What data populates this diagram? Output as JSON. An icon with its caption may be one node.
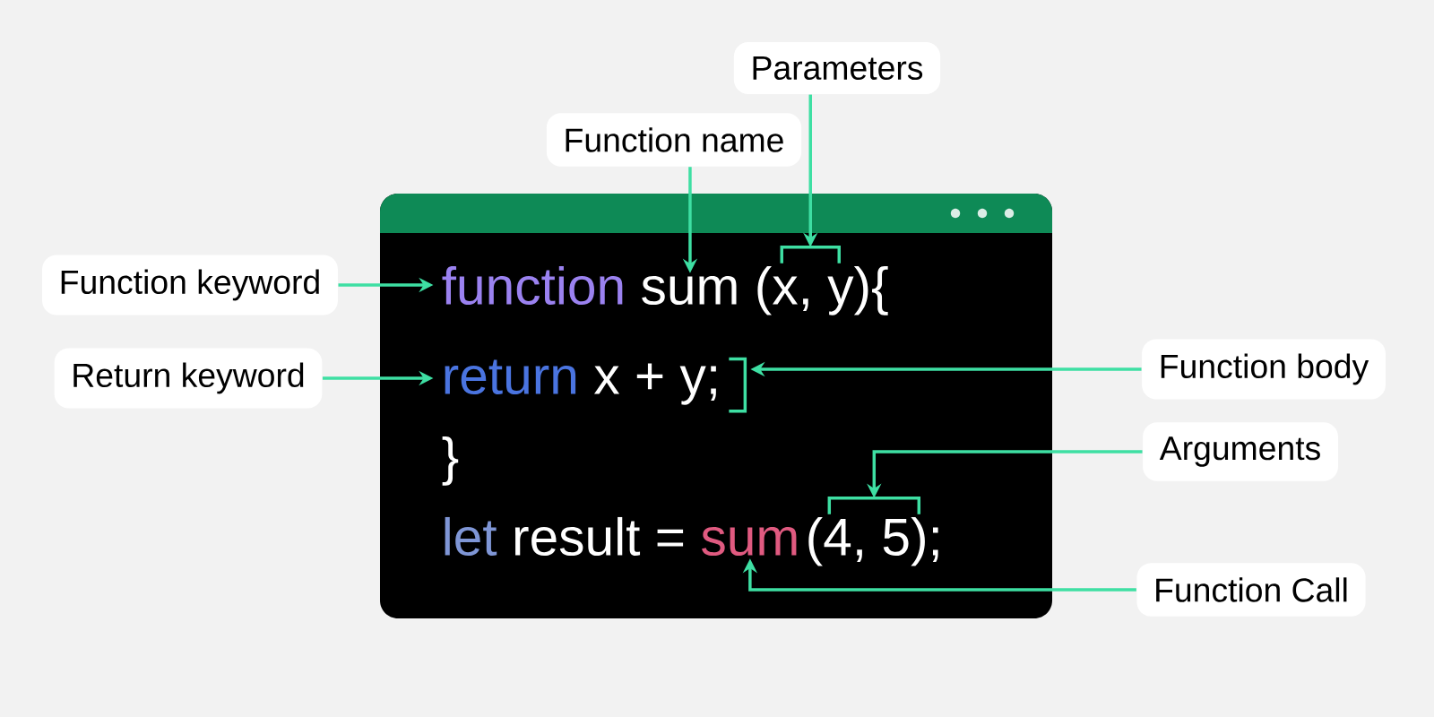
{
  "diagram": {
    "nodes": [
      {
        "text": [],
        "shape": "box"
      },
      {
        "text": [
          "function"
        ],
        "in": 0
      },
      {
        "text": [
          "sum"
        ],
        "in": 0
      },
      {
        "text": [
          "(x, y){"
        ],
        "in": 0
      },
      {
        "text": [
          "return"
        ],
        "in": 0
      },
      {
        "text": [
          "x + y;"
        ],
        "in": 0
      },
      {
        "text": [
          "}"
        ],
        "in": 0
      },
      {
        "text": [
          "let"
        ],
        "in": 0
      },
      {
        "text": [
          "result ="
        ],
        "in": 0
      },
      {
        "text": [
          "sum"
        ],
        "in": 0
      },
      {
        "text": [
          "(4, 5);"
        ],
        "in": 0
      },
      {
        "text": [
          "Parameters"
        ]
      },
      {
        "text": [
          "Function name"
        ]
      },
      {
        "text": [
          "Function keyword"
        ]
      },
      {
        "text": [
          "Return keyword"
        ]
      },
      {
        "text": [
          "Function body"
        ]
      },
      {
        "text": [
          "Arguments"
        ]
      },
      {
        "text": [
          "Function Call"
        ]
      }
    ],
    "edges": [
      {
        "from": 13,
        "to": 1,
        "arrow": "to"
      },
      {
        "from": 12,
        "to": 2,
        "arrow": "to"
      },
      {
        "from": 11,
        "to": 3,
        "arrow": "to"
      },
      {
        "from": 14,
        "to": 4,
        "arrow": "to"
      },
      {
        "from": 15,
        "to": 5,
        "arrow": "to"
      },
      {
        "from": 16,
        "to": 10,
        "arrow": "to"
      },
      {
        "from": 17,
        "to": 9,
        "arrow": "to"
      }
    ]
  }
}
